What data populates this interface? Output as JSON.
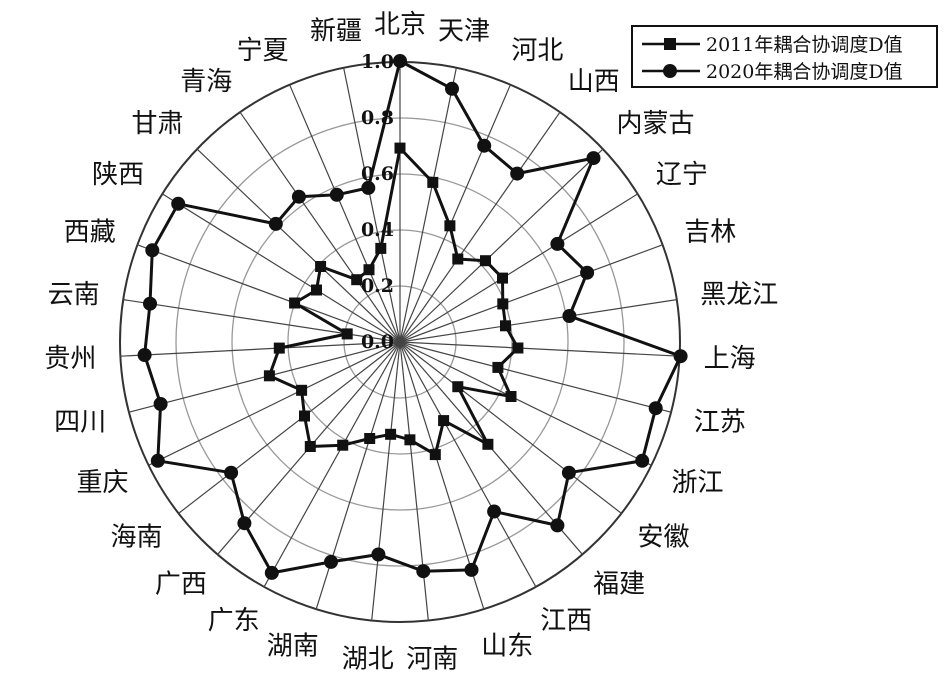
{
  "chart_data": {
    "type": "radar",
    "title": "",
    "categories": [
      "北京",
      "天津",
      "河北",
      "山西",
      "内蒙古",
      "辽宁",
      "吉林",
      "黑龙江",
      "上海",
      "江苏",
      "浙江",
      "安徽",
      "福建",
      "江西",
      "山东",
      "河南",
      "湖北",
      "湖南",
      "广东",
      "广西",
      "海南",
      "重庆",
      "四川",
      "贵州",
      "云南",
      "西藏",
      "陕西",
      "甘肃",
      "青海",
      "宁夏",
      "新疆"
    ],
    "rlim": [
      0,
      1.0
    ],
    "ticks": [
      "0.0",
      "0.2",
      "0.4",
      "0.6",
      "0.8",
      "1.0"
    ],
    "grid": true,
    "legend_position": "top-right",
    "series": [
      {
        "name": "2011年耦合协调度D值",
        "marker": "square",
        "values": [
          0.69,
          0.58,
          0.45,
          0.36,
          0.42,
          0.43,
          0.39,
          0.38,
          0.42,
          0.36,
          0.44,
          0.26,
          0.48,
          0.32,
          0.42,
          0.35,
          0.33,
          0.36,
          0.42,
          0.49,
          0.43,
          0.39,
          0.48,
          0.43,
          0.19,
          0.4,
          0.35,
          0.39,
          0.27,
          0.28,
          0.34
        ]
      },
      {
        "name": "2020年耦合协调度D值",
        "marker": "circle",
        "values": [
          1.0,
          0.92,
          0.76,
          0.73,
          0.95,
          0.66,
          0.71,
          0.61,
          1.0,
          0.94,
          0.96,
          0.76,
          0.86,
          0.69,
          0.85,
          0.82,
          0.76,
          0.82,
          0.94,
          0.85,
          0.76,
          0.96,
          0.88,
          0.91,
          0.9,
          0.94,
          0.93,
          0.61,
          0.63,
          0.57,
          0.56
        ]
      }
    ]
  },
  "legend": {
    "items": [
      "2011年耦合协调度D值",
      "2020年耦合协调度D值"
    ]
  },
  "colors": {
    "line": "#111111",
    "grid": "#999999",
    "background": "#ffffff"
  }
}
